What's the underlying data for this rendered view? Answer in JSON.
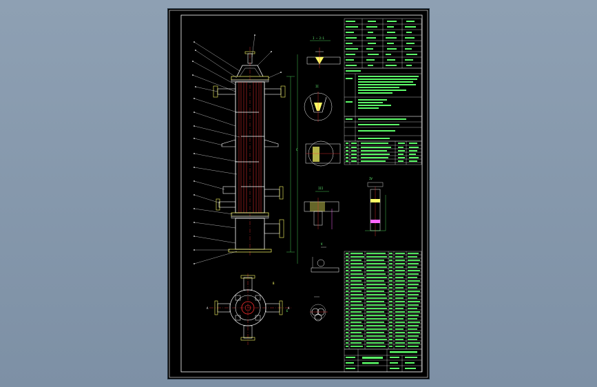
{
  "viewport": {
    "background_color": "#8ea0b3",
    "sheet_color": "#000000"
  },
  "drawing": {
    "colors": {
      "frame": "#ffffff",
      "table_lines": "#ffffff",
      "table_text": "#5dff6a",
      "shell": "#ffffff",
      "tube": "#ff3030",
      "centerline": "#ff3030",
      "flange": "#ffff66",
      "hatch": "#ff66ff",
      "leader": "#ffffff",
      "dimension": "#5dff6a",
      "section": "#ffffaa"
    },
    "views": [
      "main-elevation",
      "top-plan-view",
      "detail-a",
      "detail-b",
      "detail-c",
      "detail-d",
      "detail-e",
      "detail-f",
      "tube-arrangement"
    ],
    "tables": [
      "design-data-table",
      "technical-requirements",
      "nozzle-table",
      "parts-list",
      "title-block"
    ]
  }
}
